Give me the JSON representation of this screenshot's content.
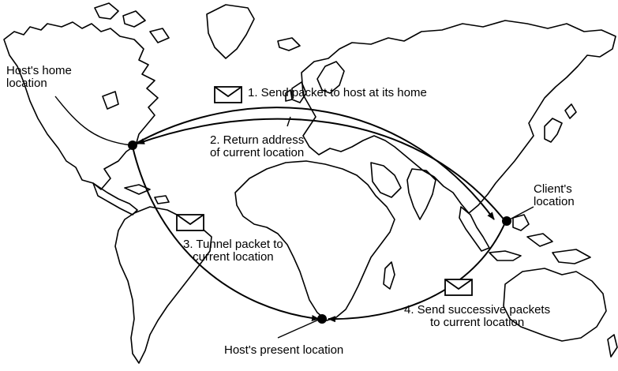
{
  "labels": {
    "home_location": "Host's home\nlocation",
    "client_location": "Client's\nlocation",
    "present_location": "Host's present location"
  },
  "steps": [
    {
      "text": "1. Send packet to host at its home"
    },
    {
      "text": "2. Return address\nof current location"
    },
    {
      "text": "3. Tunnel packet to\ncurrent location"
    },
    {
      "text": "4. Send successive packets\nto current location"
    }
  ],
  "icons": {
    "envelope": "envelope-icon",
    "node": "location-dot"
  },
  "colors": {
    "ink": "#000000",
    "background": "#ffffff"
  }
}
